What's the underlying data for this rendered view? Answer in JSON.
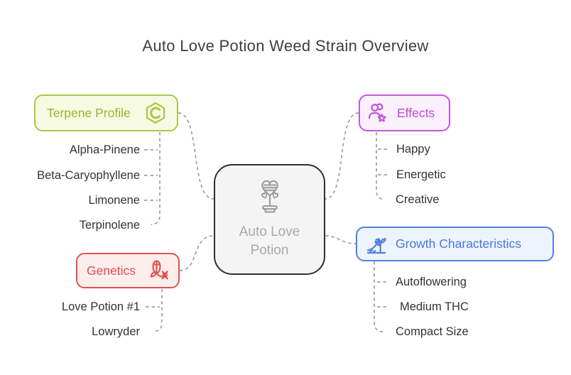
{
  "title": "Auto Love Potion Weed Strain Overview",
  "center": {
    "label": "Auto Love Potion",
    "icon": "heart-flower-pot-icon",
    "border_color": "#2f2f2f",
    "background": "#f4f4f4",
    "text_color": "#a9a9a9"
  },
  "connector_color": "#9e9e9e",
  "categories": [
    {
      "id": "terpene-profile",
      "label": "Terpene Profile",
      "icon": "hexagon-c-molecule-icon",
      "accent": "#a9c84a",
      "background": "#f6fae3",
      "items": [
        "Alpha-Pinene",
        "Beta-Caryophyllene",
        "Limonene",
        "Terpinolene"
      ]
    },
    {
      "id": "effects",
      "label": "Effects",
      "icon": "users-star-icon",
      "accent": "#c455dd",
      "background": "#fbf1fd",
      "items": [
        "Happy",
        "Energetic",
        "Creative"
      ]
    },
    {
      "id": "genetics",
      "label": "Genetics",
      "icon": "corn-dna-icon",
      "accent": "#e35050",
      "background": "#fdeeee",
      "items": [
        "Love Potion #1",
        "Lowryder"
      ]
    },
    {
      "id": "growth-characteristics",
      "label": "Growth Characteristics",
      "icon": "sprout-growth-arrow-icon",
      "accent": "#4f82df",
      "background": "#eef4fd",
      "items": [
        "Autoflowering",
        "Medium THC",
        "Compact Size"
      ]
    }
  ]
}
